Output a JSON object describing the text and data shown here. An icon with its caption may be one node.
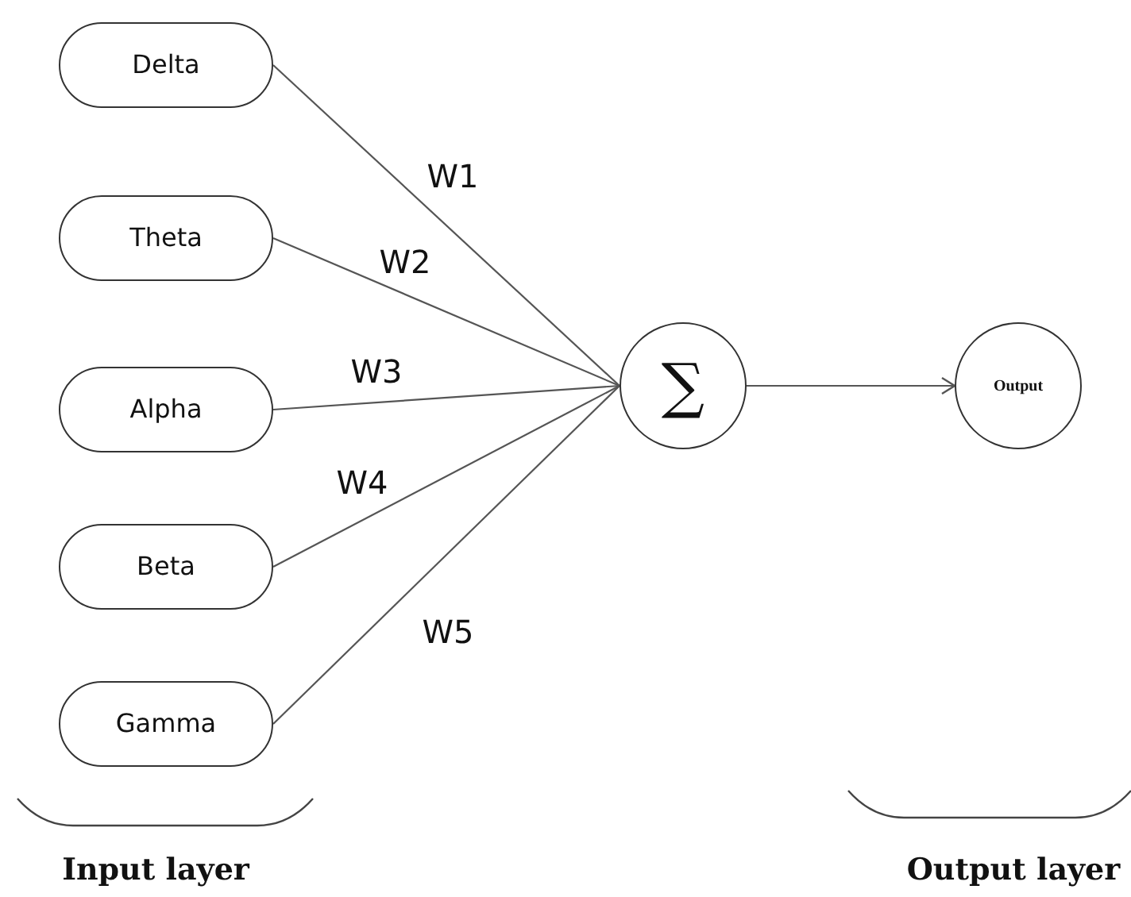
{
  "diagram": {
    "nodes": [
      {
        "text": [
          "Delta"
        ]
      },
      {
        "text": [
          "Theta"
        ]
      },
      {
        "text": [
          "Alpha"
        ]
      },
      {
        "text": [
          "Beta"
        ]
      },
      {
        "text": [
          "Gamma"
        ]
      },
      {
        "text": [
          "∑"
        ]
      },
      {
        "text": [
          "Output"
        ]
      }
    ],
    "edges": [
      {
        "from": 0,
        "to": 5,
        "arrow": "none",
        "label": "W1"
      },
      {
        "from": 1,
        "to": 5,
        "arrow": "none",
        "label": "W2"
      },
      {
        "from": 2,
        "to": 5,
        "arrow": "none",
        "label": "W3"
      },
      {
        "from": 3,
        "to": 5,
        "arrow": "none",
        "label": "W4"
      },
      {
        "from": 4,
        "to": 5,
        "arrow": "none",
        "label": "W5"
      },
      {
        "from": 5,
        "to": 6,
        "arrow": "to"
      }
    ],
    "labels": [
      "Input layer",
      "Output layer"
    ]
  }
}
